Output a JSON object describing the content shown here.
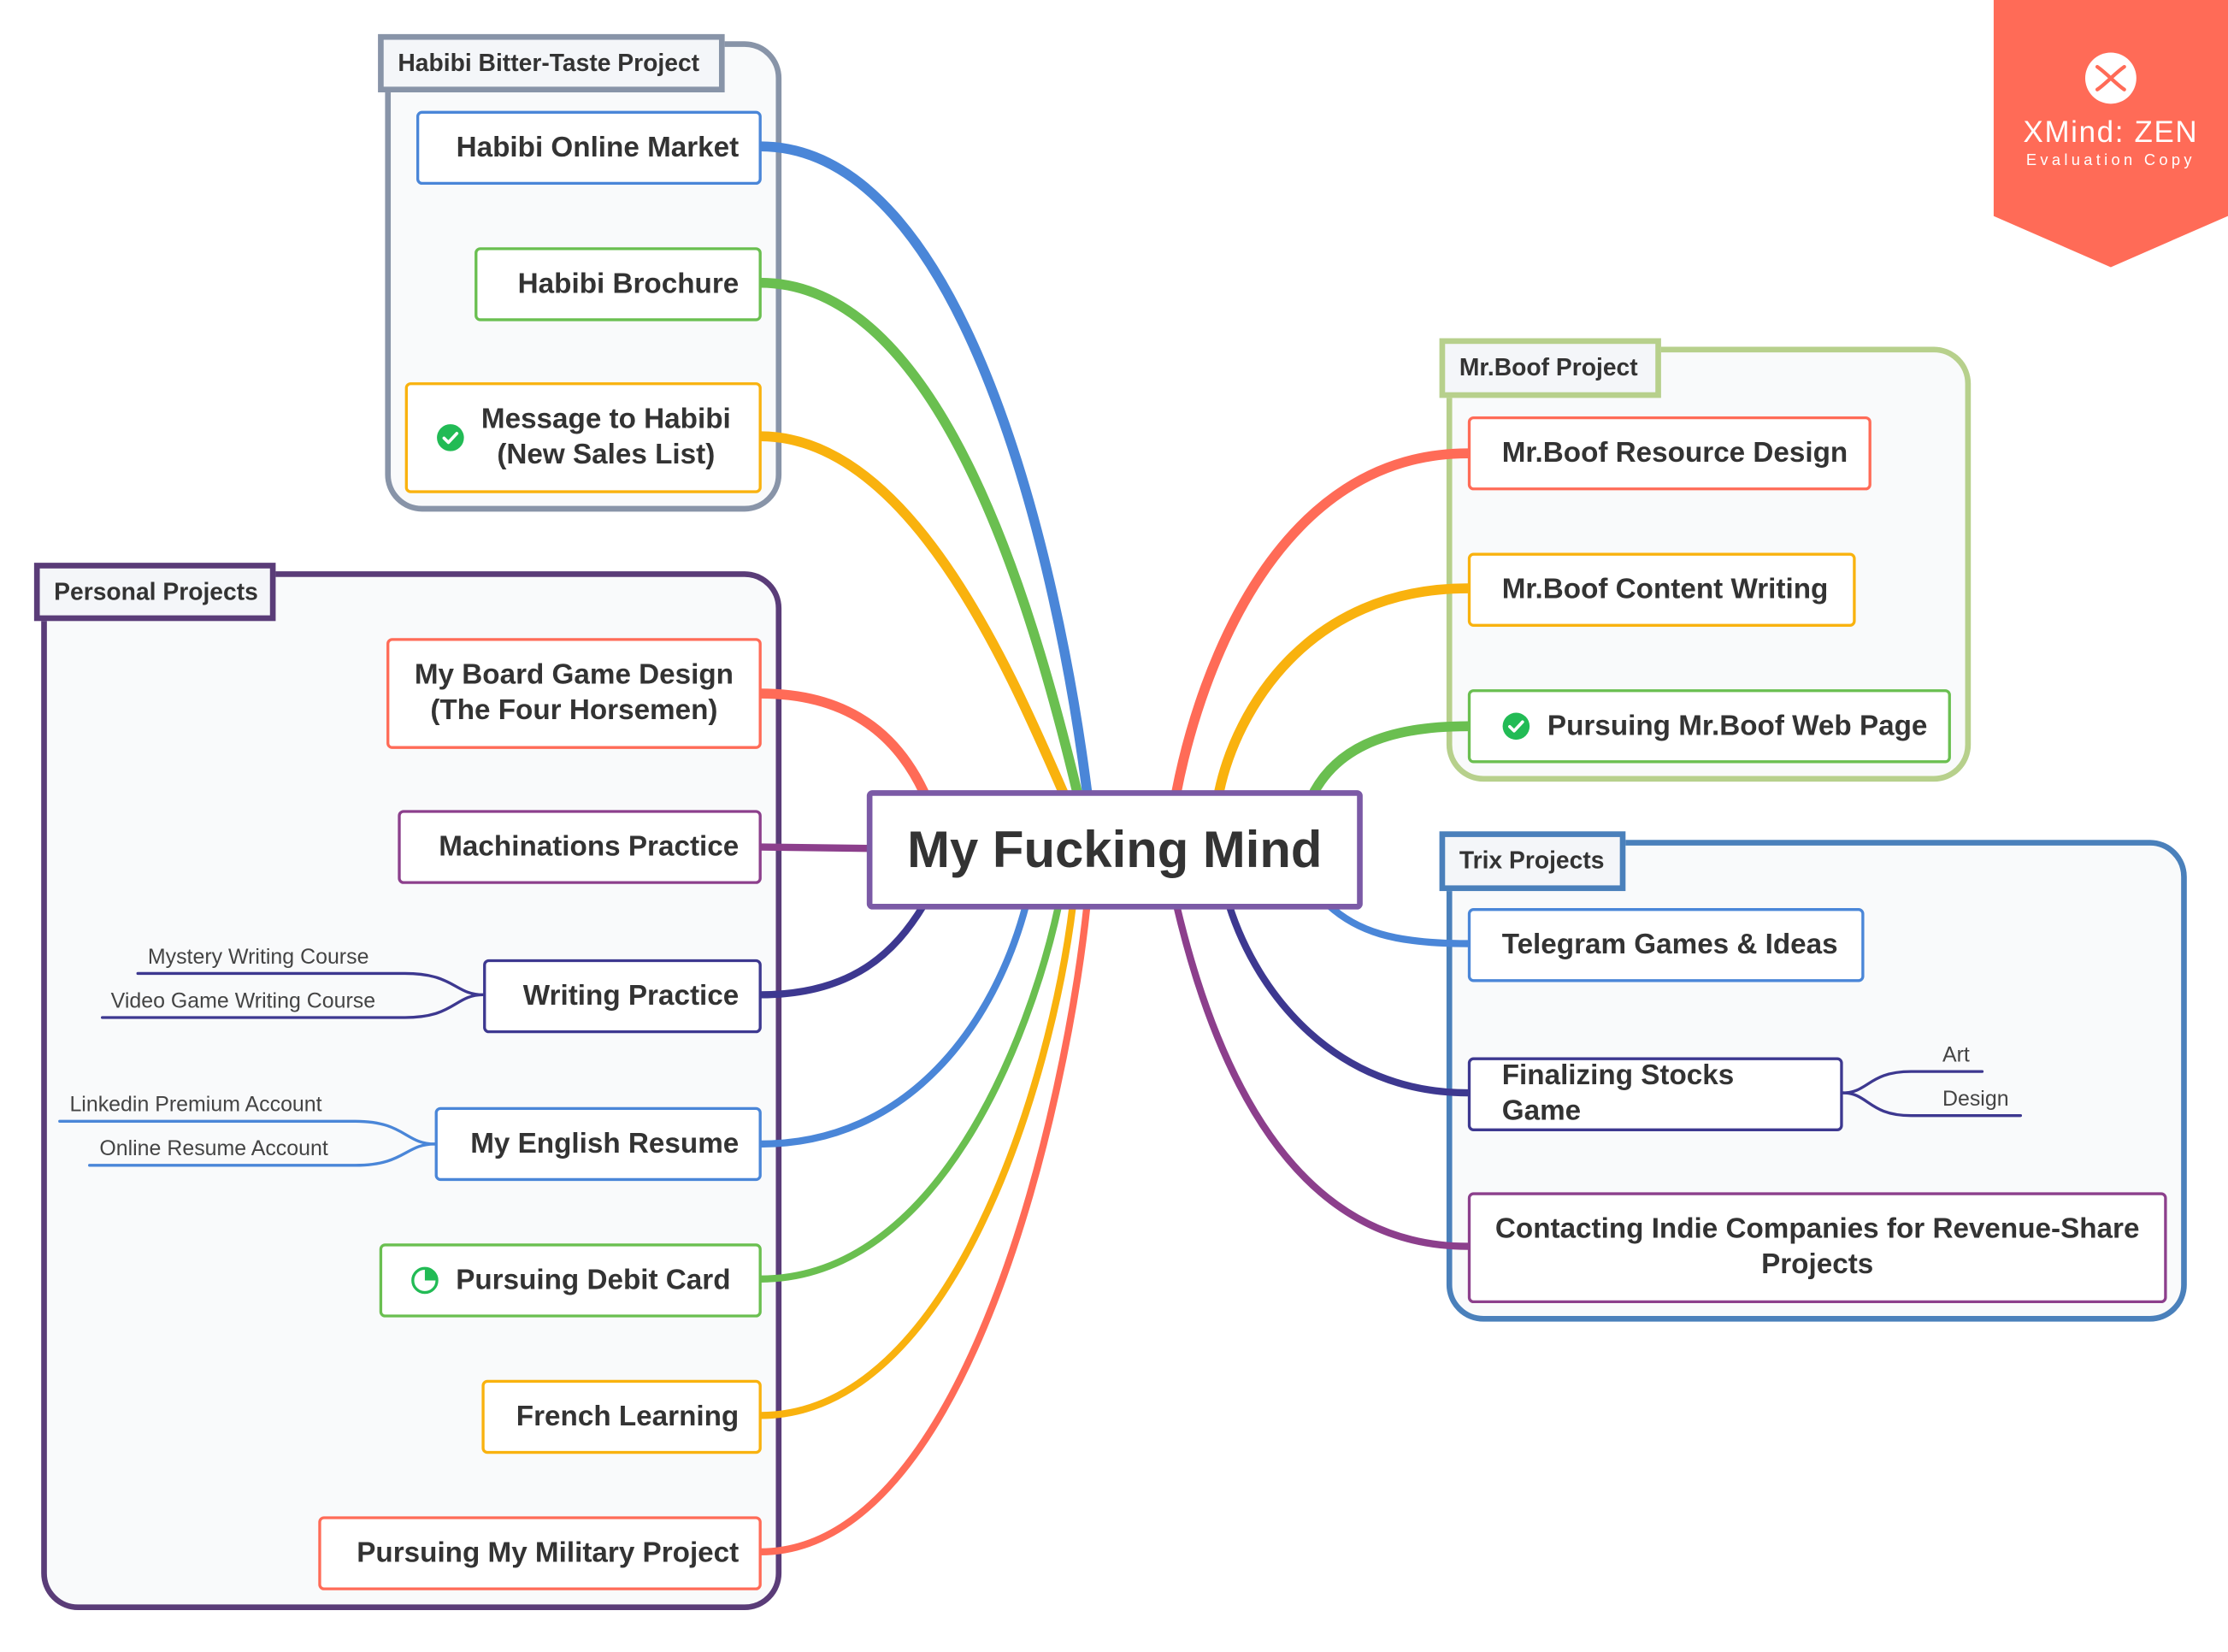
{
  "central": {
    "label": "My Fucking Mind"
  },
  "watermark": {
    "brand": "XMind: ZEN",
    "subtitle": "Evaluation Copy",
    "color": "#ff6b57",
    "icon": "xmind-logo-icon"
  },
  "colors": {
    "blue": "#4a86d8",
    "green": "#6abf50",
    "orange": "#f9b20e",
    "red": "#ff6b57",
    "purple": "#8c3f8c",
    "darkpurple": "#3d3890",
    "gray": "#8894a8",
    "olive": "#b7d08c",
    "steelblue": "#4a80bb",
    "plum": "#5a3c78"
  },
  "boundaries": {
    "habibi": {
      "title": "Habibi Bitter-Taste Project"
    },
    "personal": {
      "title": "Personal Projects"
    },
    "mrboof": {
      "title": "Mr.Boof Project"
    },
    "trix": {
      "title": "Trix Projects"
    }
  },
  "nodes": {
    "habibi_market": {
      "label": "Habibi Online Market"
    },
    "habibi_brochure": {
      "label": "Habibi Brochure"
    },
    "habibi_message": {
      "label": "Message to Habibi\n(New Sales List)",
      "marker": "check-icon"
    },
    "board_game": {
      "label": "My Board Game Design\n(The Four Horsemen)"
    },
    "machinations": {
      "label": "Machinations Practice"
    },
    "writing": {
      "label": "Writing Practice"
    },
    "resume": {
      "label": "My English Resume"
    },
    "debit": {
      "label": "Pursuing Debit Card",
      "marker": "progress-pie-icon"
    },
    "french": {
      "label": "French Learning"
    },
    "military": {
      "label": "Pursuing My Military Project"
    },
    "boof_resource": {
      "label": "Mr.Boof Resource Design"
    },
    "boof_content": {
      "label": "Mr.Boof Content Writing"
    },
    "boof_web": {
      "label": "Pursuing Mr.Boof Web Page",
      "marker": "check-icon"
    },
    "telegram": {
      "label": "Telegram Games & Ideas"
    },
    "stocks": {
      "label": "Finalizing Stocks Game"
    },
    "indie": {
      "label": "Contacting Indie Companies for Revenue-Share\nProjects"
    }
  },
  "subtopics": {
    "writing": [
      "Mystery Writing Course",
      "Video Game Writing Course"
    ],
    "resume": [
      "Linkedin Premium Account",
      "Online Resume Account"
    ],
    "stocks": [
      "Art",
      "Design"
    ]
  }
}
